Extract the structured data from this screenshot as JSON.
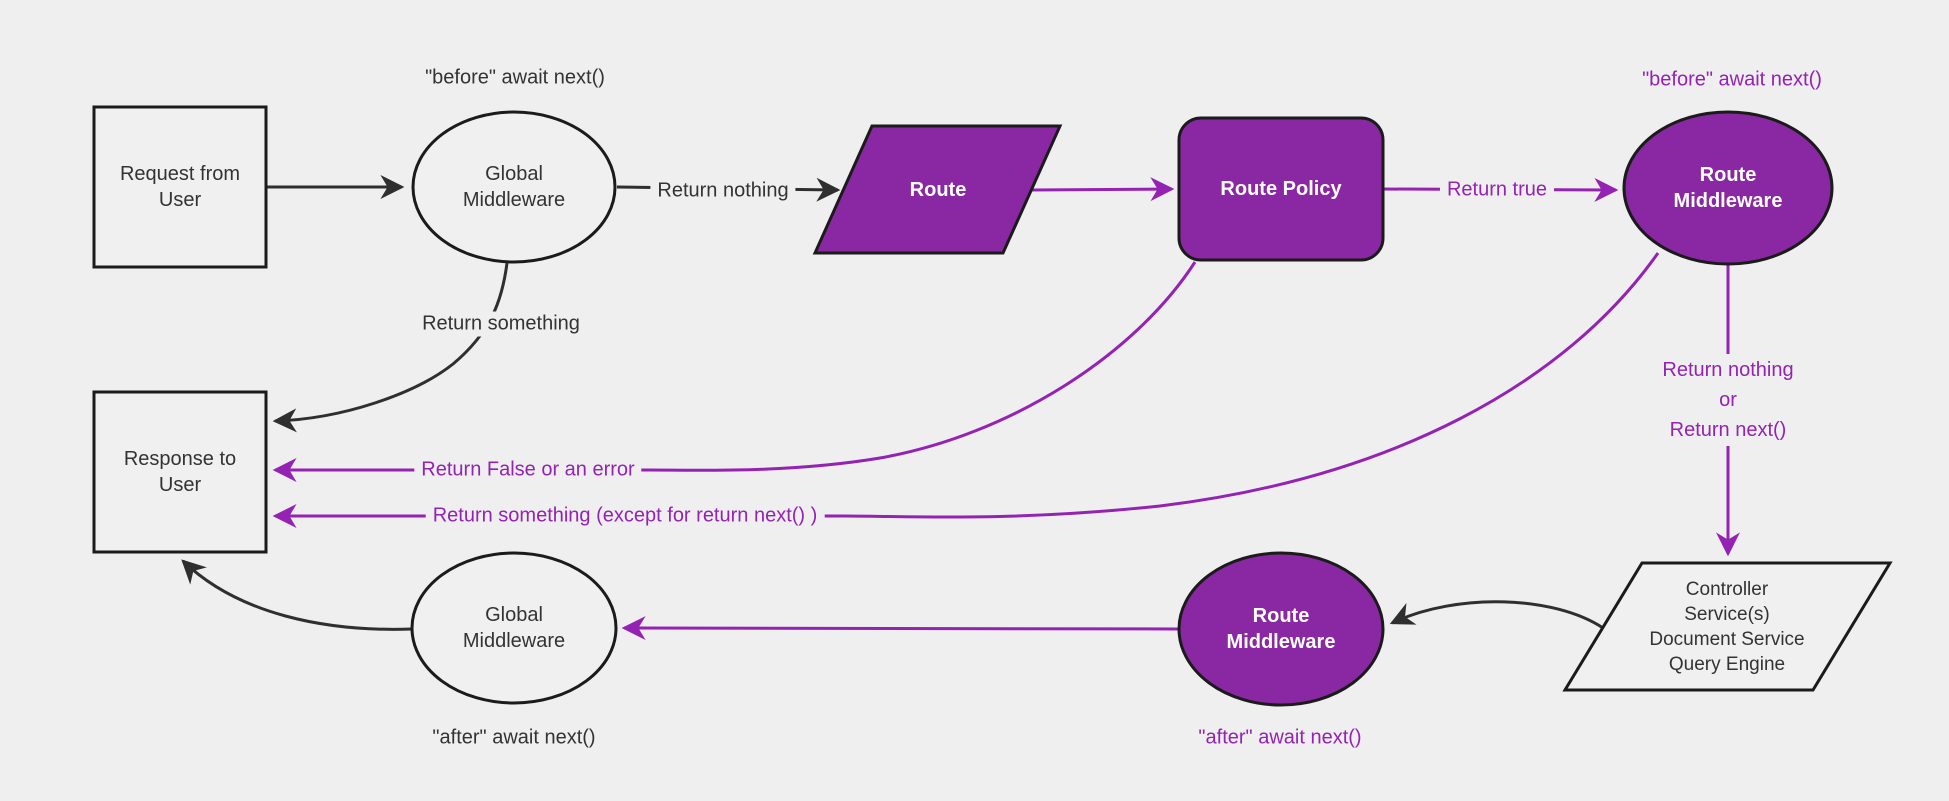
{
  "diagram": {
    "nodes": {
      "request_from_user": {
        "label": "Request from User",
        "shape": "rectangle"
      },
      "global_middleware_top": {
        "label": "Global Middleware",
        "shape": "ellipse",
        "annotation": "\"before\" await next()"
      },
      "route": {
        "label": "Route",
        "shape": "parallelogram"
      },
      "route_policy": {
        "label": "Route Policy",
        "shape": "rounded-rectangle"
      },
      "route_middleware_top": {
        "label": "Route Middleware",
        "shape": "ellipse",
        "annotation": "\"before\" await next()"
      },
      "controller_stack": {
        "line1": "Controller",
        "line2": "Service(s)",
        "line3": "Document Service",
        "line4": "Query Engine",
        "shape": "parallelogram"
      },
      "route_middleware_bottom": {
        "label": "Route Middleware",
        "shape": "ellipse",
        "annotation": "\"after\" await next()"
      },
      "global_middleware_bottom": {
        "label": "Global Middleware",
        "shape": "ellipse",
        "annotation": "\"after\" await next()"
      },
      "response_to_user": {
        "label": "Response to User",
        "shape": "rectangle"
      }
    },
    "edges": {
      "global_to_route": {
        "label": "Return nothing"
      },
      "policy_to_route_middleware": {
        "label": "Return true"
      },
      "route_middleware_to_controller": {
        "line1": "Return nothing",
        "line2": "or",
        "line3": "Return next()"
      },
      "global_to_response": {
        "label": "Return something"
      },
      "policy_to_response": {
        "label": "Return False or an error"
      },
      "route_middleware_to_response": {
        "label": "Return something (except for return next() )"
      }
    },
    "colors": {
      "background": "#efefef",
      "purple_fill": "#8a28a4",
      "purple_line": "#9423b4",
      "black_line": "#2f2f2f",
      "node_border": "#1b1b1b",
      "light_node_fill": "#f0f0f0",
      "dark_text": "#333333",
      "white_text": "#ffffff"
    }
  }
}
